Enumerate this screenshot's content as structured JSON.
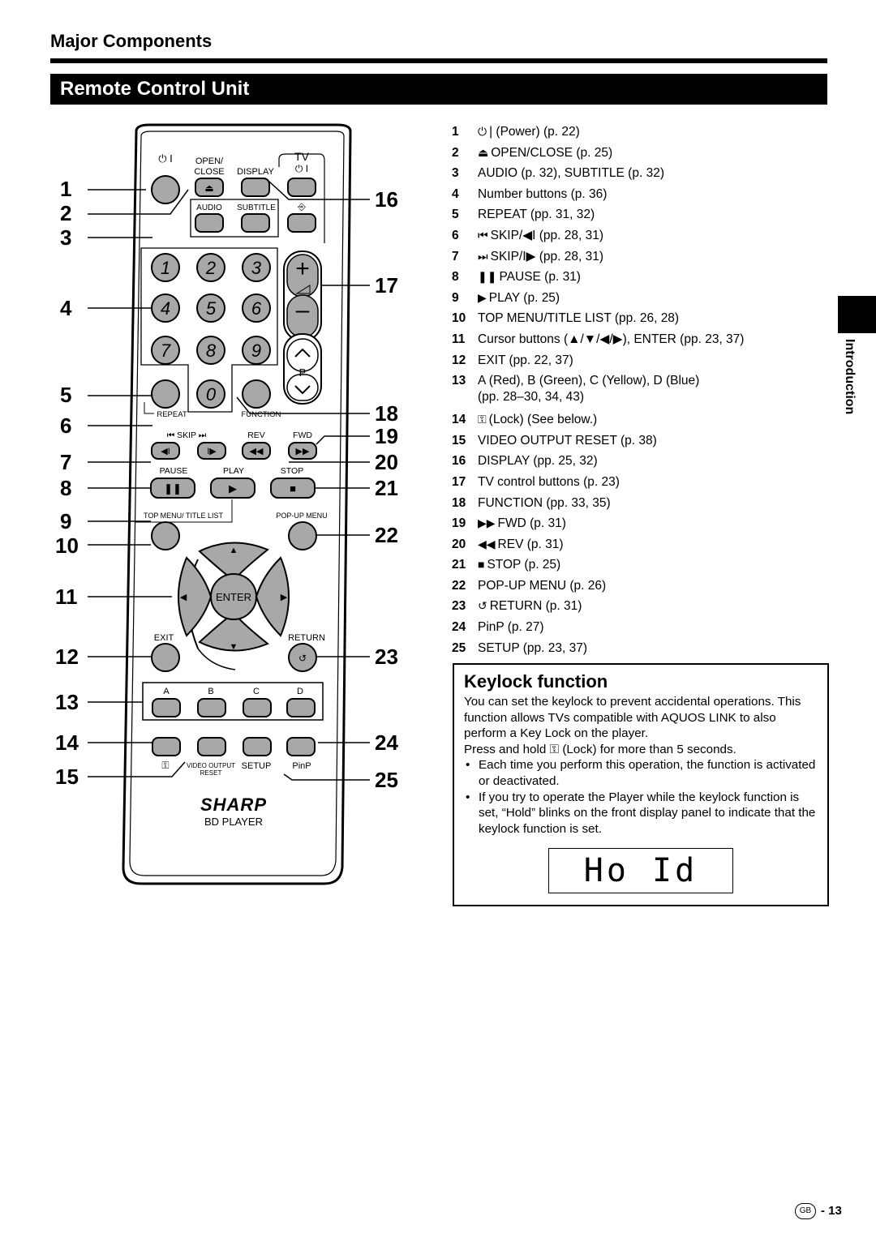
{
  "header": {
    "heading": "Major Components",
    "section_title": "Remote Control Unit"
  },
  "remote": {
    "labels": {
      "open_close": "OPEN/\nCLOSE",
      "open": "OPEN/",
      "close": "CLOSE",
      "display": "DISPLAY",
      "tv": "TV",
      "audio": "AUDIO",
      "subtitle": "SUBTITLE",
      "repeat": "REPEAT",
      "function": "FUNCTION",
      "skip": "SKIP",
      "rev": "REV",
      "fwd": "FWD",
      "pause": "PAUSE",
      "play": "PLAY",
      "stop": "STOP",
      "top_menu": "TOP MENU/ TITLE LIST",
      "popup_menu": "POP-UP MENU",
      "enter": "ENTER",
      "exit": "EXIT",
      "return": "RETURN",
      "a": "A",
      "b": "B",
      "c": "C",
      "d": "D",
      "video_output": "VIDEO OUTPUT",
      "reset": "RESET",
      "setup": "SETUP",
      "pinp": "PinP",
      "brand": "SHARP",
      "model": "BD PLAYER",
      "p": "P"
    },
    "number_keys": [
      "1",
      "2",
      "3",
      "4",
      "5",
      "6",
      "7",
      "8",
      "9",
      "0"
    ],
    "callouts_left": [
      "1",
      "2",
      "3",
      "4",
      "5",
      "6",
      "7",
      "8",
      "9",
      "10",
      "11",
      "12",
      "13",
      "14",
      "15"
    ],
    "callouts_right": [
      "16",
      "17",
      "18",
      "19",
      "20",
      "21",
      "22",
      "23",
      "24",
      "25"
    ]
  },
  "legend": [
    {
      "num": "1",
      "icon": "power-icon",
      "text": "| (Power) (p. 22)"
    },
    {
      "num": "2",
      "icon": "eject-icon",
      "text": "OPEN/CLOSE (p. 25)"
    },
    {
      "num": "3",
      "icon": "",
      "text": "AUDIO (p. 32), SUBTITLE (p. 32)"
    },
    {
      "num": "4",
      "icon": "",
      "text": "Number buttons (p. 36)"
    },
    {
      "num": "5",
      "icon": "",
      "text": "REPEAT (pp. 31, 32)"
    },
    {
      "num": "6",
      "icon": "skip-back-icon",
      "text": "SKIP/◀I (pp. 28, 31)"
    },
    {
      "num": "7",
      "icon": "skip-forward-icon",
      "text": "SKIP/I▶ (pp. 28, 31)"
    },
    {
      "num": "8",
      "icon": "pause-icon",
      "text": "PAUSE (p. 31)"
    },
    {
      "num": "9",
      "icon": "play-icon",
      "text": "PLAY (p. 25)"
    },
    {
      "num": "10",
      "icon": "",
      "text": "TOP MENU/TITLE LIST (pp. 26, 28)"
    },
    {
      "num": "11",
      "icon": "",
      "text": "Cursor buttons (▲/▼/◀/▶), ENTER (pp. 23, 37)"
    },
    {
      "num": "12",
      "icon": "",
      "text": "EXIT (pp. 22, 37)"
    },
    {
      "num": "13",
      "icon": "",
      "text": "A (Red), B (Green), C (Yellow), D (Blue)",
      "text2": "(pp. 28–30, 34, 43)"
    },
    {
      "num": "14",
      "icon": "key-icon",
      "text": "(Lock) (See below.)"
    },
    {
      "num": "15",
      "icon": "",
      "text": "VIDEO OUTPUT RESET (p. 38)"
    },
    {
      "num": "16",
      "icon": "",
      "text": "DISPLAY (pp. 25, 32)"
    },
    {
      "num": "17",
      "icon": "",
      "text": "TV control buttons (p. 23)"
    },
    {
      "num": "18",
      "icon": "",
      "text": "FUNCTION (pp. 33, 35)"
    },
    {
      "num": "19",
      "icon": "fast-forward-icon",
      "text": "FWD (p. 31)"
    },
    {
      "num": "20",
      "icon": "rewind-icon",
      "text": "REV (p. 31)"
    },
    {
      "num": "21",
      "icon": "stop-icon",
      "text": "STOP (p. 25)"
    },
    {
      "num": "22",
      "icon": "",
      "text": "POP-UP MENU (p. 26)"
    },
    {
      "num": "23",
      "icon": "return-icon",
      "text": "RETURN (p. 31)"
    },
    {
      "num": "24",
      "icon": "",
      "text": "PinP (p. 27)"
    },
    {
      "num": "25",
      "icon": "",
      "text": "SETUP (pp. 23, 37)"
    }
  ],
  "keylock": {
    "title": "Keylock function",
    "para1": "You can set the keylock to prevent accidental operations. This function allows TVs compatible with AQUOS LINK to also perform a Key Lock on the player.",
    "para2_pre": "Press and hold",
    "para2_post": "(Lock) for more than 5 seconds.",
    "bullets": [
      "Each time you perform this operation, the function is activated or deactivated.",
      "If you try to operate the Player while the keylock function is set, “Hold” blinks on the front display panel to indicate that the keylock function is set."
    ],
    "display_text": "Ho Id"
  },
  "side_tab": {
    "label": "Introduction"
  },
  "footer": {
    "region": "GB",
    "page_number": "13"
  }
}
